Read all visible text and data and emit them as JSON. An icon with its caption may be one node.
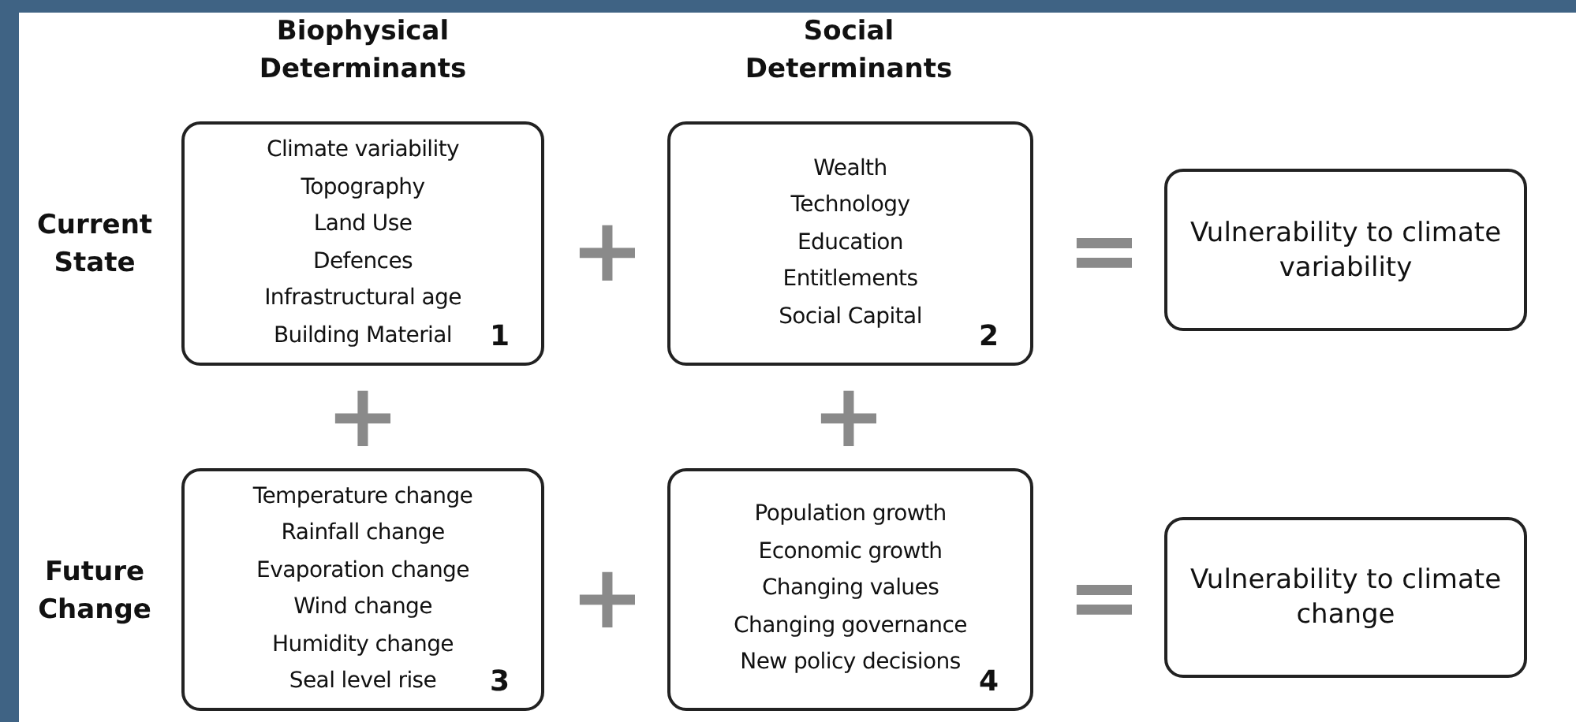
{
  "diagram": {
    "nodes": [
      {
        "text": [
          "Climate variability",
          "Topography",
          "Land Use",
          "Defences",
          "Infrastructural age",
          "Building Material",
          "1"
        ]
      },
      {
        "text": [
          "Wealth",
          "Technology",
          "Education",
          "Entitlements",
          "Social Capital",
          "2"
        ]
      },
      {
        "text": [
          "Vulnerability to climate variability"
        ]
      },
      {
        "text": [
          "Temperature change",
          "Rainfall change",
          "Evaporation change",
          "Wind change",
          "Humidity change",
          "Seal level rise",
          "3"
        ]
      },
      {
        "text": [
          "Population growth",
          "Economic growth",
          "Changing values",
          "Changing governance",
          "New policy decisions",
          "4"
        ]
      },
      {
        "text": [
          "Vulnerability to climate change"
        ]
      }
    ],
    "labels": [
      "Biophysical Determinants",
      "Social Determinants",
      "Current State",
      "+",
      "=",
      "+",
      "+",
      "Future Change",
      "+",
      "="
    ]
  }
}
